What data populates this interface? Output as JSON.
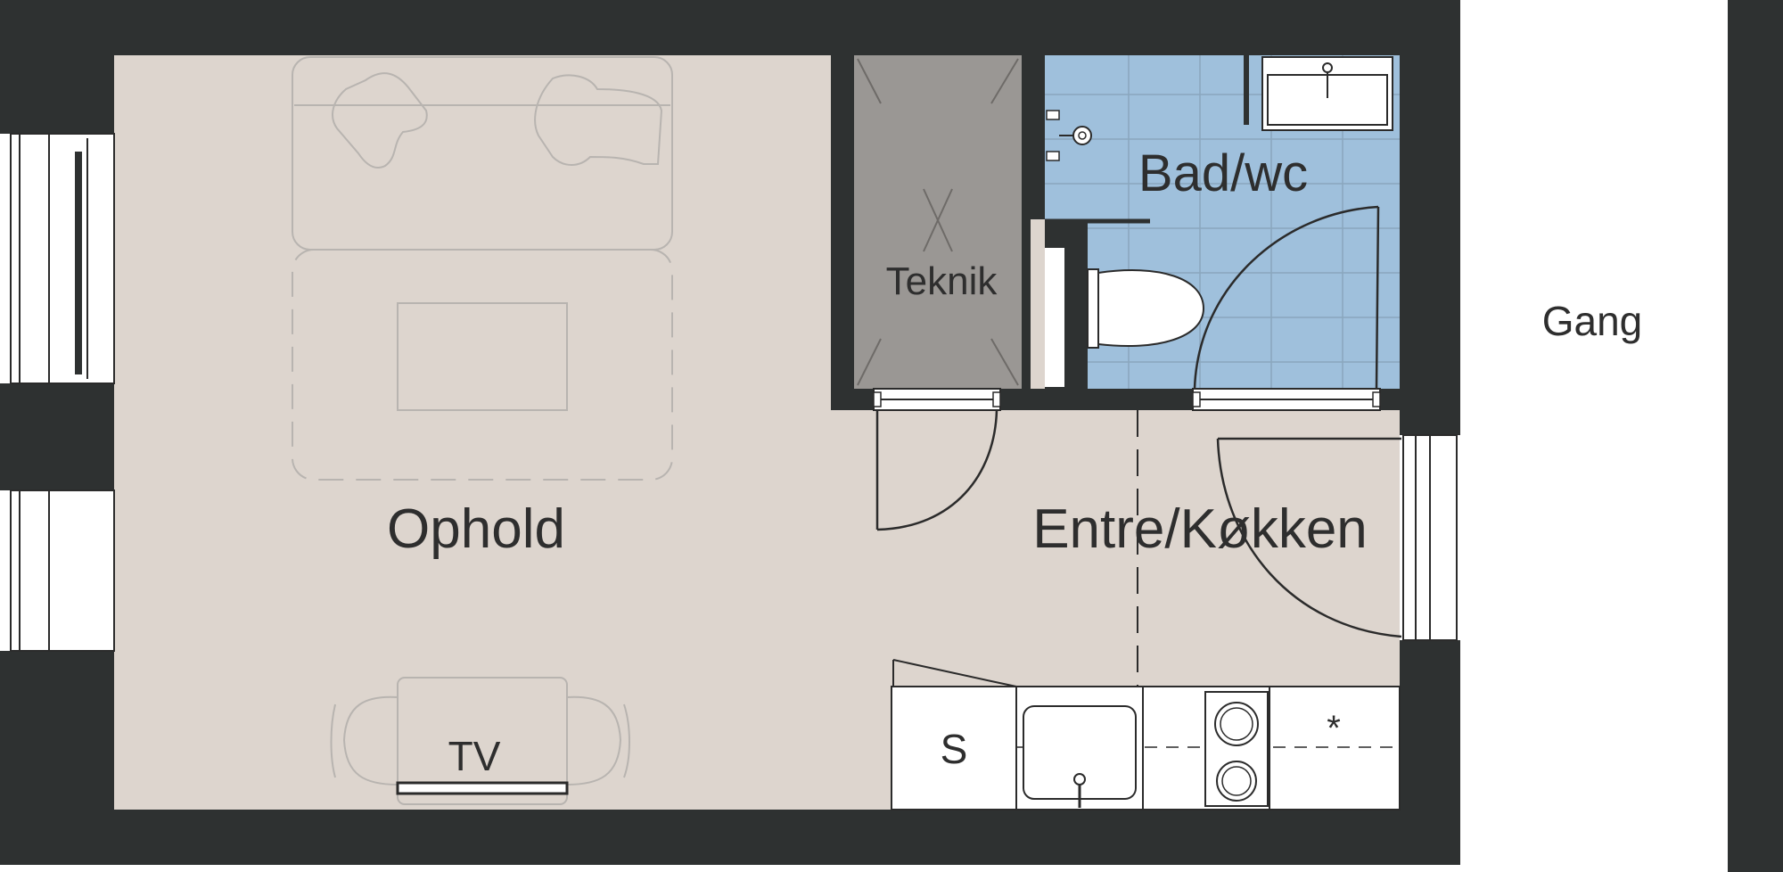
{
  "colors": {
    "wall": "#2e3131",
    "living_floor": "#ddd5ce",
    "bath_floor": "#9fc0dc",
    "tech_room": "#9a9794",
    "background": "#ffffff"
  },
  "rooms": {
    "living": "Ophold",
    "tech": "Teknik",
    "bath": "Bad/wc",
    "entry_kitchen": "Entre/Køkken",
    "corridor": "Gang"
  },
  "fixtures": {
    "tv": "TV",
    "cabinet": "S",
    "fan_symbol": "*"
  },
  "icons": [
    "sofa-icon",
    "armchair-icon",
    "rug-icon",
    "table-icon",
    "chair-icon",
    "toilet-icon",
    "sink-icon",
    "shower-icon",
    "stove-icon",
    "door-swing-icon",
    "window-icon"
  ]
}
